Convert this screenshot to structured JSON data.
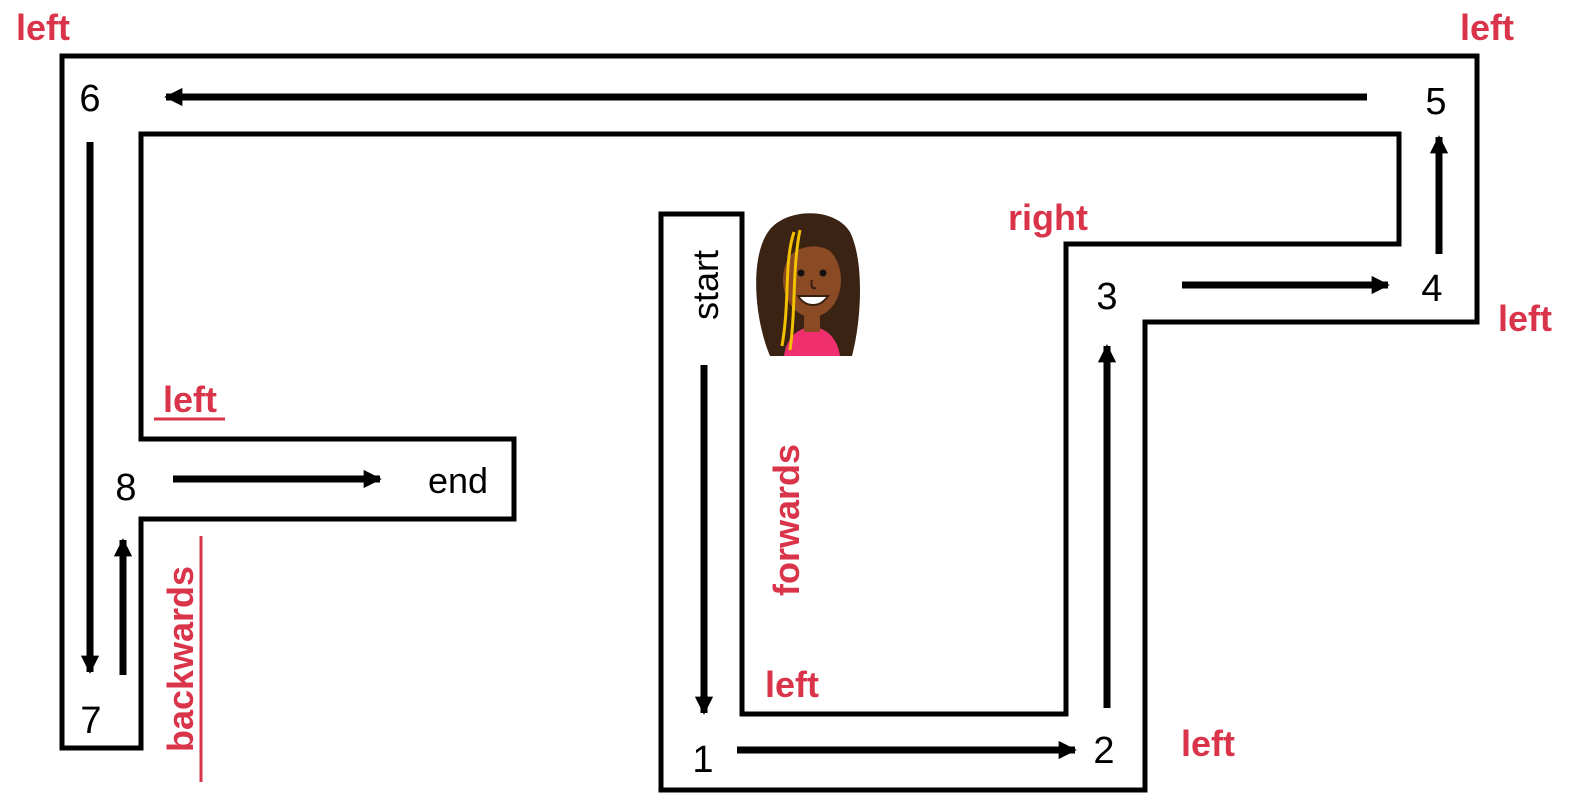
{
  "labels": {
    "start": "start",
    "end": "end",
    "steps": [
      "1",
      "2",
      "3",
      "4",
      "5",
      "6",
      "7",
      "8"
    ]
  },
  "directions": {
    "forwards": "forwards",
    "backwards": "backwards",
    "right": "right",
    "left_after_start": "left",
    "left_at_2": "left",
    "left_at_4": "left",
    "left_at_5": "left",
    "left_at_6": "left",
    "left_before_end": "left"
  },
  "colors": {
    "direction_text": "#d9344a",
    "track_lines": "#000000",
    "background": "#ffffff"
  },
  "character": {
    "icon": "girl-avatar-icon",
    "skin": "#8a4a24",
    "hair": "#3b2314",
    "highlight": "#f2c200",
    "shirt": "#f0306e"
  }
}
